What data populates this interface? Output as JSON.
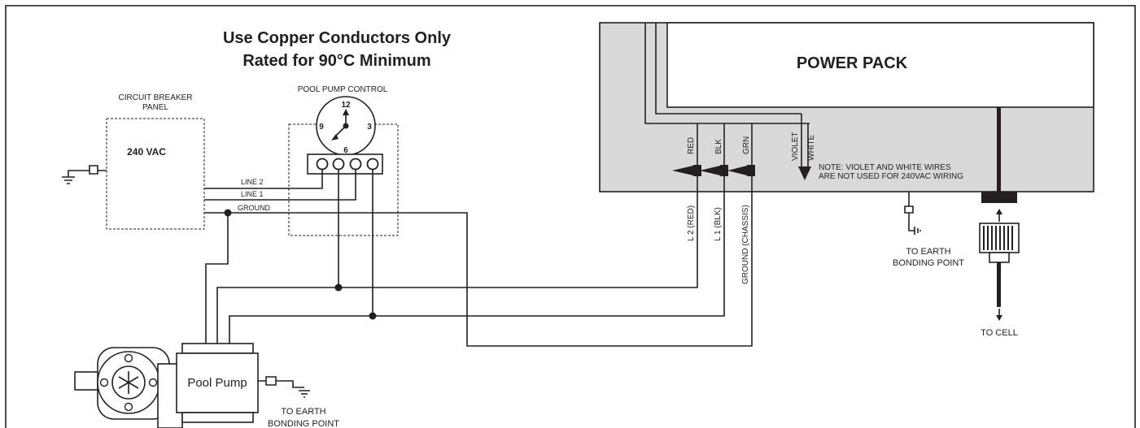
{
  "header": {
    "line1": "Use Copper Conductors Only",
    "line2": "Rated for 90°C Minimum"
  },
  "breaker": {
    "title_line1": "CIRCUIT BREAKER",
    "title_line2": "PANEL",
    "voltage": "240 VAC"
  },
  "pump_control": {
    "title": "POOL PUMP CONTROL",
    "clock": {
      "n12": "12",
      "n3": "3",
      "n6": "6",
      "n9": "9"
    }
  },
  "wires": {
    "line2": "LINE 2",
    "line1": "LINE 1",
    "ground": "GROUND",
    "l2_red": "L 2 (RED)",
    "l1_blk": "L 1 (BLK)",
    "ground_chassis": "GROUND (CHASSIS)"
  },
  "power_pack": {
    "title": "POWER PACK",
    "wire_red": "RED",
    "wire_blk": "BLK",
    "wire_grn": "GRN",
    "wire_violet": "VIOLET",
    "wire_white": "WHITE",
    "note_line1": "NOTE: VIOLET AND WHITE WIRES",
    "note_line2": "ARE NOT USED FOR 240VAC WIRING"
  },
  "earth_bonding": {
    "line1": "TO EARTH",
    "line2": "BONDING POINT"
  },
  "cell": {
    "label": "TO CELL"
  },
  "pump": {
    "label": "Pool Pump",
    "earth_line1": "TO EARTH",
    "earth_line2": "BONDING POINT"
  },
  "colors": {
    "line": "#231f20",
    "power_pack_fill": "#d9d9d9",
    "background": "#ffffff"
  }
}
